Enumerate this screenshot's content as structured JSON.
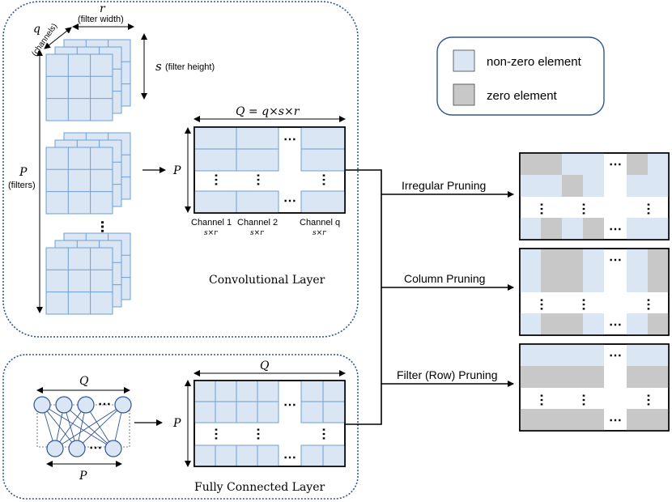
{
  "colors": {
    "nonzero_fill": "#dae6f4",
    "nonzero_stroke": "#6d9fd4",
    "zero_fill": "#c8c8c8",
    "panel_border": "#2f5597",
    "legend_border": "#2f5597"
  },
  "legend": {
    "items": [
      {
        "label": "non-zero element",
        "swatch": "nonzero"
      },
      {
        "label": "zero element",
        "swatch": "zero"
      }
    ]
  },
  "conv": {
    "dim_r": "r",
    "dim_r_desc": "(filter width)",
    "dim_q": "q",
    "dim_q_desc": "(channels)",
    "dim_s": "s",
    "dim_s_desc": "(filter height)",
    "dim_P": "P",
    "dim_P_desc": "(filters)",
    "matrix_top_label": "Q = q×s×r",
    "matrix_side_label": "P",
    "channel_labels": [
      {
        "name": "Channel  1",
        "sub": "s×r"
      },
      {
        "name": "Channel  2",
        "sub": "s×r"
      },
      {
        "name": "Channel  q",
        "sub": "s×r"
      }
    ],
    "caption": "Convolutional Layer"
  },
  "fc": {
    "top_label": "Q",
    "bottom_label": "P",
    "matrix_top_label": "Q",
    "matrix_side_label": "P",
    "caption": "Fully Connected Layer"
  },
  "pruning": [
    {
      "label": "Irregular Pruning",
      "pattern": "irregular"
    },
    {
      "label": "Column Pruning",
      "pattern": "column"
    },
    {
      "label": "Filter (Row) Pruning",
      "pattern": "row"
    }
  ],
  "ellipsis": "⋯"
}
